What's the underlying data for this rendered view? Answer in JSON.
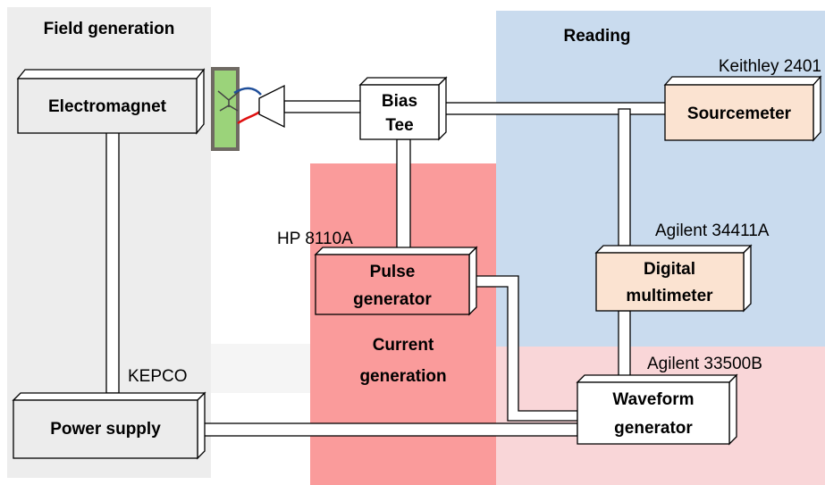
{
  "regions": {
    "field_generation": {
      "title": "Field generation",
      "color": "#ededed"
    },
    "reading": {
      "title": "Reading",
      "color": "#c9dbee"
    },
    "current_generation": {
      "title_line1": "Current",
      "title_line2": "generation",
      "color": "#fa9b9b"
    },
    "lower_right": {
      "color": "#f9d6d8"
    }
  },
  "devices": {
    "electromagnet": {
      "label": "Electromagnet",
      "color": "#ececec"
    },
    "bias_tee": {
      "line1": "Bias",
      "line2": "Tee",
      "color": "#ffffff"
    },
    "sourcemeter": {
      "label": "Sourcemeter",
      "model": "Keithley 2401",
      "color": "#fbe3d1"
    },
    "pulse_generator": {
      "line1": "Pulse",
      "line2": "generator",
      "model": "HP 8110A",
      "color": "#fa9b9b"
    },
    "digital_multimeter": {
      "line1": "Digital",
      "line2": "multimeter",
      "model": "Agilent 34411A",
      "color": "#fbe3d1"
    },
    "waveform_generator": {
      "line1": "Waveform",
      "line2": "generator",
      "model": "Agilent 33500B",
      "color": "#ffffff"
    },
    "power_supply": {
      "label": "Power supply",
      "model": "KEPCO",
      "color": "#ececec"
    }
  },
  "sample": {
    "color": "#9bd37a"
  }
}
